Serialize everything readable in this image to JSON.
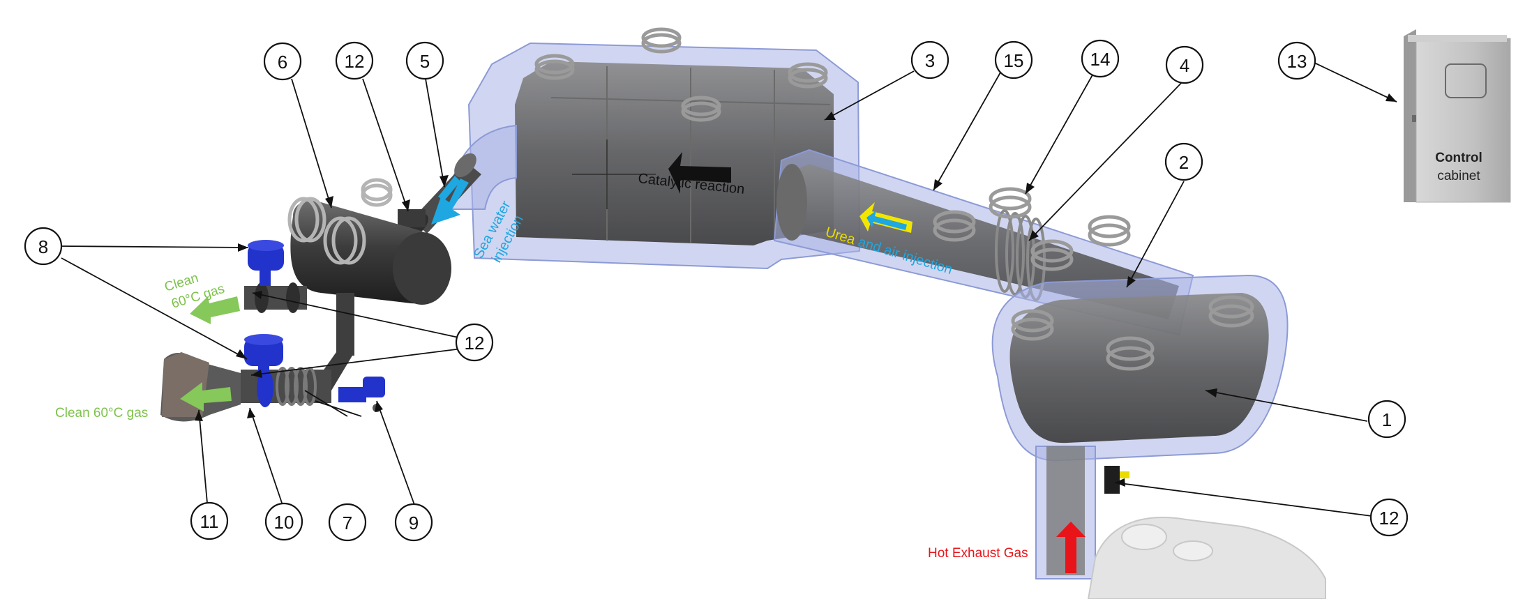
{
  "callouts": {
    "c1": "1",
    "c2": "2",
    "c3": "3",
    "c4": "4",
    "c5": "5",
    "c6": "6",
    "c7": "7",
    "c8": "8",
    "c9": "9",
    "c10": "10",
    "c11": "11",
    "c12a": "12",
    "c12b": "12",
    "c12c": "12",
    "c13": "13",
    "c14": "14",
    "c15": "15"
  },
  "labels": {
    "catalytic": "Catalytic reaction",
    "sea_water_1": "Sea water",
    "sea_water_2": "injection",
    "urea_word": "Urea",
    "air_injection": " and air injection",
    "clean_top_1": "Clean",
    "clean_top_2": "60°C gas",
    "clean_bottom": "Clean 60°C gas",
    "hot_exhaust": "Hot Exhaust Gas",
    "cabinet_1": "Control",
    "cabinet_2": "cabinet"
  },
  "colors": {
    "arrow_black": "#111111",
    "arrow_blue": "#1ea7e1",
    "arrow_green": "#86c85a",
    "arrow_yellow": "#f2e600",
    "arrow_red": "#e8141a",
    "text_blue": "#1ea7e1",
    "text_green": "#7dc24b",
    "text_yellow": "#e8dc00",
    "text_red": "#e8141a",
    "valve_blue": "#2233cc",
    "housing_glass": "#a9b5e6",
    "metal_dark": "#4b4b4b"
  }
}
